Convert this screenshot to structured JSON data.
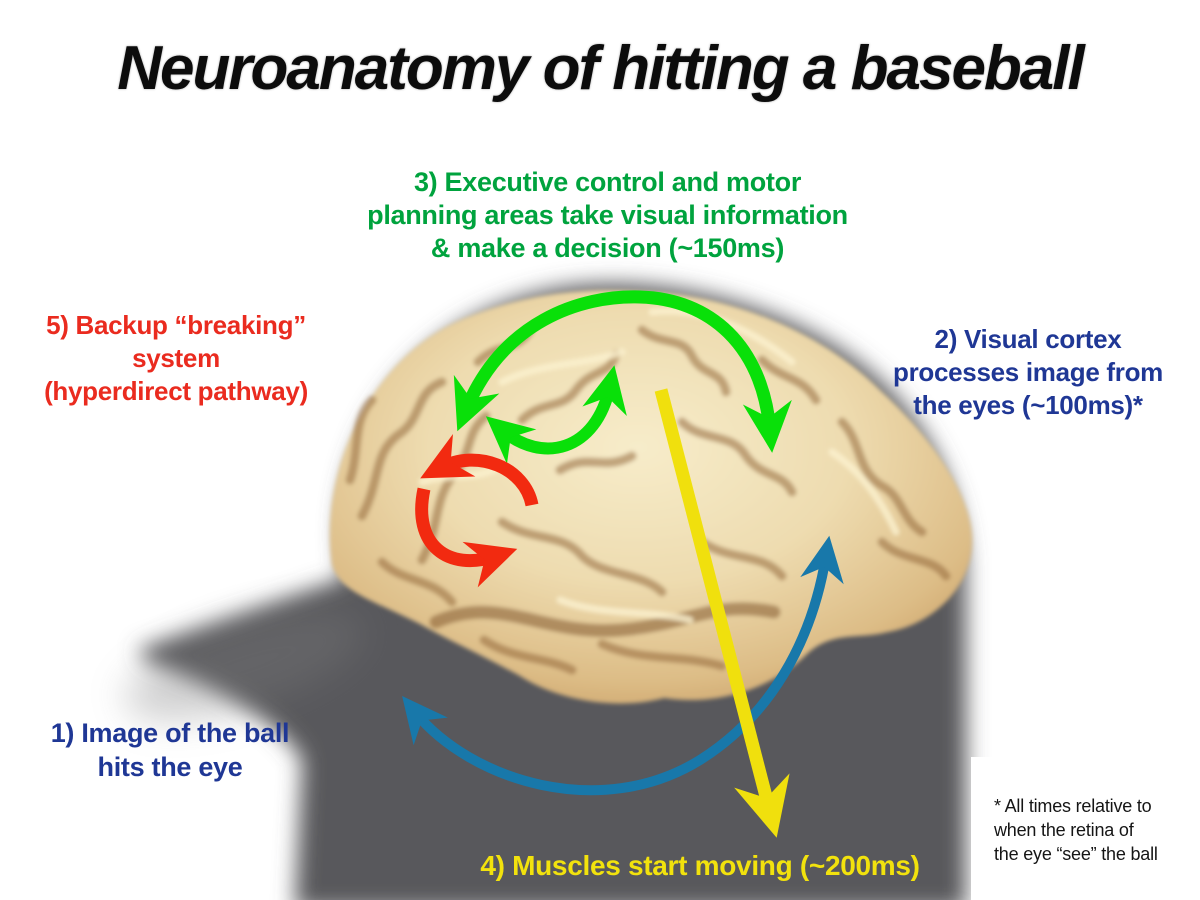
{
  "title": "Neuroanatomy of hitting a baseball",
  "labels": {
    "step3": {
      "lines": [
        "3) Executive control  and motor",
        "planning areas take visual information",
        "& make a decision (~150ms)"
      ],
      "color": "#00a33e"
    },
    "step5": {
      "lines": [
        "5) Backup “breaking”",
        "system",
        "(hyperdirect pathway)"
      ],
      "color": "#ea2b1f"
    },
    "step2": {
      "lines": [
        "2) Visual cortex",
        "processes image from",
        "the eyes (~100ms)*"
      ],
      "color": "#1f3795"
    },
    "step1": {
      "lines": [
        "1) Image of the ball",
        "hits the eye"
      ],
      "color": "#1f3795"
    },
    "step4": {
      "lines": [
        "4) Muscles start moving (~200ms)"
      ],
      "color": "#f2e20d"
    }
  },
  "footnote": {
    "lines": [
      "* All times relative to",
      "when the retina of",
      "the eye “see” the ball"
    ]
  },
  "colors": {
    "title_text": "#0c0c0c",
    "green_arrow": "#09e009",
    "red_arrow": "#f22a10",
    "blue_arrow": "#1878aa",
    "yellow_arrow": "#f0e00d",
    "silhouette_gray": "#59595b",
    "brain_light": "#f7ecca",
    "brain_mid": "#eedcb0",
    "brain_deep": "#c69a60",
    "gyri_dark": "#8e6134",
    "gyri_light": "#fcf2d0",
    "fissure_dark": "#835a30",
    "footnote_bg": "#ffffff"
  }
}
